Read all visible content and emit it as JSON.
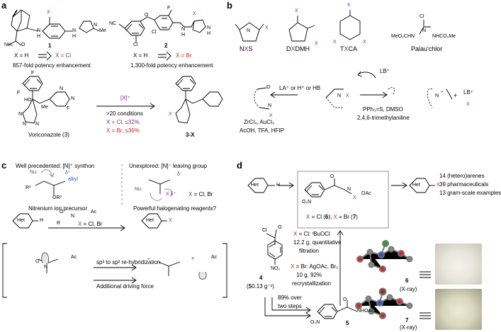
{
  "panels": {
    "a": "a",
    "b": "b",
    "c": "c",
    "d": "d"
  },
  "panel_a": {
    "cmpd1_label": "1",
    "cmpd1_substituent": "X",
    "cmpd1_change": "X = H",
    "cmpd1_change2": "X = Cl",
    "cmpd1_result": "857-fold potency enhancement",
    "cmpd1_groups": {
      "nh2": "NH₂",
      "o": "O",
      "n": "N",
      "h": "H",
      "nme": "N",
      "me": "Me",
      "nh": "N",
      "h2": "H"
    },
    "cmpd2_label": "2",
    "cmpd2_change": "X = H",
    "cmpd2_change2": "X = Br",
    "cmpd2_result": "1,300-fold potency enhancement",
    "cmpd2_groups": {
      "nc": "NC",
      "cl": "Cl",
      "f": "F",
      "o": "O",
      "nh": "N",
      "h": "H",
      "cl2": "Cl",
      "x": "X",
      "hn": "N",
      "h3": "H"
    },
    "voriconazole_label": "Voriconazole (3)",
    "voriconazole_groups": {
      "f1": "F",
      "f2": "F",
      "ho": "HO",
      "me": "Me",
      "f3": "F",
      "n1": "N",
      "n2": "N",
      "n3": "N",
      "n4": "N",
      "n5": "N"
    },
    "reagent": "[X]⁺",
    "conditions": ">20 conditions",
    "cond_cl": "X = Cl, ≤32%",
    "cond_br": "X = Br, ≤36%",
    "product_label": "3-X",
    "product_x": "X"
  },
  "panel_b": {
    "reagents": [
      {
        "label": "NXS",
        "highlight": "X"
      },
      {
        "label": "DXDMH",
        "highlight": "X"
      },
      {
        "label": "TXCA",
        "highlight": "X"
      },
      {
        "label": "Palau'chlor",
        "highlight": ""
      }
    ],
    "palau_groups": {
      "cl": "Cl",
      "n": "N",
      "left": "MeO₂CHN",
      "right": "NHCO₂Me"
    },
    "x_label": "X",
    "n_label": "N",
    "o_label": "O",
    "la_text": "LA⁺ or H⁺ or HB",
    "lb_text": "LB⁺",
    "left_cond_1": "ZrCl₄, AuCl₃",
    "left_cond_2": "AcOH, TFA, HFIP",
    "right_cond_1": "PPh₃=S, DMSO",
    "right_cond_2": "2,4,6-trimethylaniline",
    "anion_charge": "–",
    "plus": "+",
    "lbx_top": "LB⁺",
    "lbx_x": "X"
  },
  "panel_c": {
    "left_title": "Well precedented: [N]⁺ synthon",
    "right_title": "Unexplored: [N]⁻ leaving group",
    "nu": "Nu:",
    "delta_plus": "δ⁺",
    "delta_minus": "δ⁻",
    "alkyl": "alkyl",
    "r1": "R¹",
    "or2": "OR²",
    "o": "O",
    "n": "N",
    "left_caption": "Nitrenium ion precursor",
    "right_caption": "Powerful halogenating reagents?",
    "x_def": "X = Cl, Br",
    "x_delta": "X δ⁺",
    "het": "Het",
    "h": "H",
    "reagent_x": "X = Cl, Br",
    "reagent_groups": {
      "o": "O",
      "n": "N",
      "r": "R",
      "x": "X",
      "o2": "O",
      "ac": "Ac"
    },
    "product_x": "X",
    "hybrid_text": "sp³ to sp² re-hybridization",
    "driving_force": "Additional driving force",
    "ac_label": "Ac",
    "minus": "–",
    "plus": "+"
  },
  "panel_d": {
    "het": "Het",
    "h": "H",
    "reagent_label": "X = Cl (6); X = Br (7)",
    "reagent_groups": {
      "o": "O",
      "n": "N",
      "x": "X",
      "oac": "OAc",
      "o2n": "O₂N"
    },
    "product_x": "X",
    "scope_1": "14 (hetero)arenes",
    "scope_2": "39 pharmaceuticals",
    "scope_3": "13 gram-scale examples",
    "sm_label": "4",
    "sm_price": "($0.13 g⁻¹)",
    "sm_groups": {
      "o": "O",
      "cl": "Cl",
      "no2": "NO₂"
    },
    "cl_cond_1": "X = Cl: ᵗBuOCl",
    "cl_cond_2": "12.2 g, quantitative",
    "cl_cond_3": "filtration",
    "br_cond_1": "X = Br: AgOAc, Br₂",
    "br_cond_2": "10 g, 92%",
    "br_cond_3": "recrystallization",
    "step_1": "89% over",
    "step_2": "two steps",
    "int_label": "5",
    "int_groups": {
      "o": "O",
      "nhoac": "NHOAc",
      "o2n": "O₂N"
    },
    "xray_6": "6",
    "xray_6_sub": "(X-ray)",
    "xray_7": "7",
    "xray_7_sub": "(X-ray)"
  },
  "colors": {
    "purple": "#7b2b8e",
    "red": "#d4262b",
    "blue": "#2b4fd1",
    "green": "#2a9d3c"
  }
}
